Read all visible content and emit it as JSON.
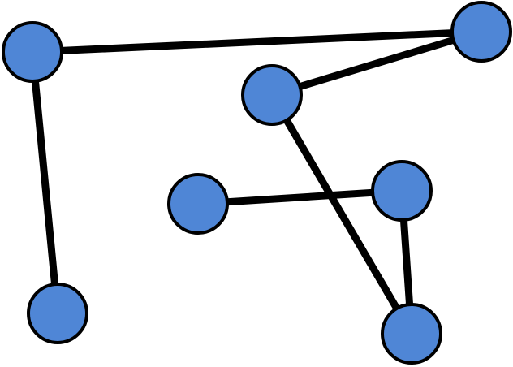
{
  "graph": {
    "node_color": "#4f86d6",
    "outline_color": "#000000",
    "background_color": "#ffffff",
    "nodes": [
      {
        "id": "n1"
      },
      {
        "id": "n2"
      },
      {
        "id": "n3"
      },
      {
        "id": "n4"
      },
      {
        "id": "n5"
      },
      {
        "id": "n6"
      },
      {
        "id": "n7"
      }
    ],
    "edges": [
      {
        "from": "n1",
        "to": "n2"
      },
      {
        "from": "n1",
        "to": "n7"
      },
      {
        "from": "n2",
        "to": "n3"
      },
      {
        "from": "n3",
        "to": "n6"
      },
      {
        "from": "n4",
        "to": "n5"
      },
      {
        "from": "n5",
        "to": "n6"
      }
    ]
  }
}
